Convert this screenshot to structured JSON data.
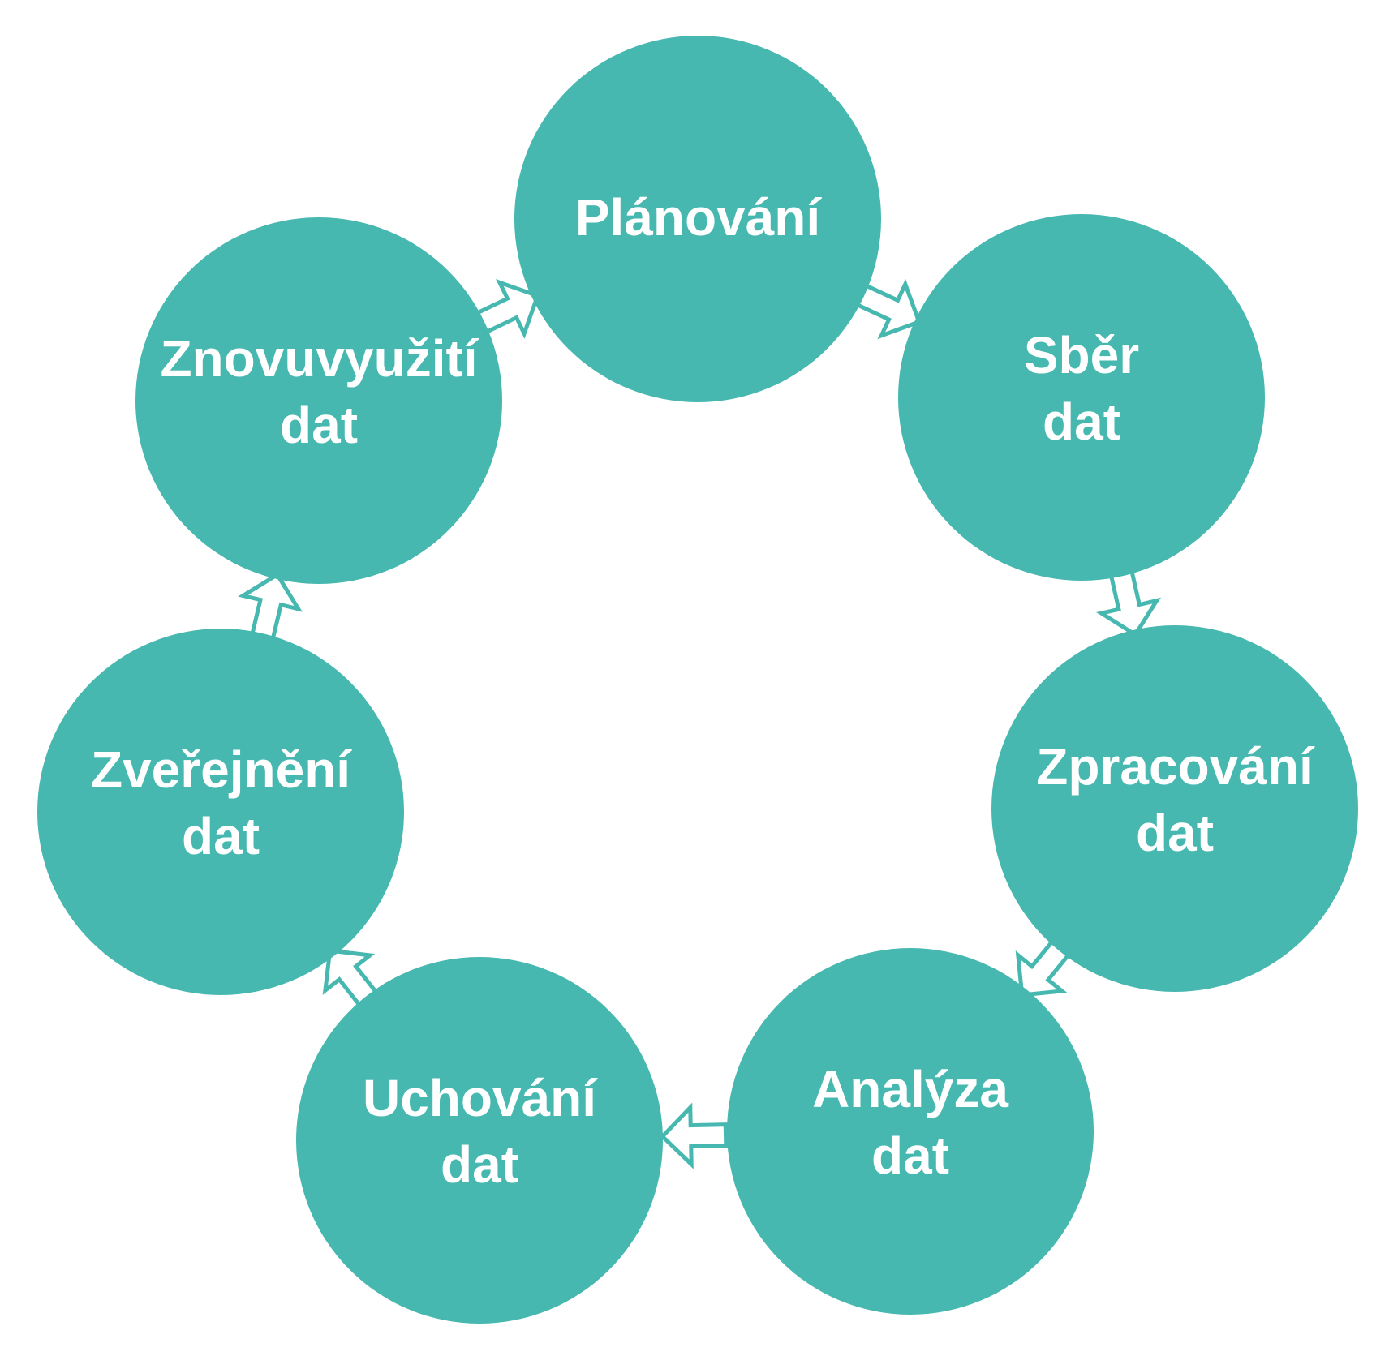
{
  "colors": {
    "node_fill": "#46B8B0",
    "arrow_stroke": "#46B8B0",
    "background": "#ffffff"
  },
  "diagram": {
    "type": "cycle",
    "direction": "clockwise",
    "nodes": [
      {
        "id": "planovani",
        "lines": [
          "Plánování"
        ]
      },
      {
        "id": "sber",
        "lines": [
          "Sběr",
          "dat"
        ]
      },
      {
        "id": "zpracovani",
        "lines": [
          "Zpracování",
          "dat"
        ]
      },
      {
        "id": "analyza",
        "lines": [
          "Analýza",
          "dat"
        ]
      },
      {
        "id": "uchovani",
        "lines": [
          "Uchování",
          "dat"
        ]
      },
      {
        "id": "zverejneni",
        "lines": [
          "Zveřejnění",
          "dat"
        ]
      },
      {
        "id": "znovuvyuziti",
        "lines": [
          "Znovuvyužití",
          "dat"
        ]
      }
    ],
    "edges": [
      {
        "from": "planovani",
        "to": "sber"
      },
      {
        "from": "sber",
        "to": "zpracovani"
      },
      {
        "from": "zpracovani",
        "to": "analyza"
      },
      {
        "from": "analyza",
        "to": "uchovani"
      },
      {
        "from": "uchovani",
        "to": "zverejneni"
      },
      {
        "from": "zverejneni",
        "to": "znovuvyuziti"
      },
      {
        "from": "znovuvyuziti",
        "to": "planovani"
      }
    ]
  }
}
